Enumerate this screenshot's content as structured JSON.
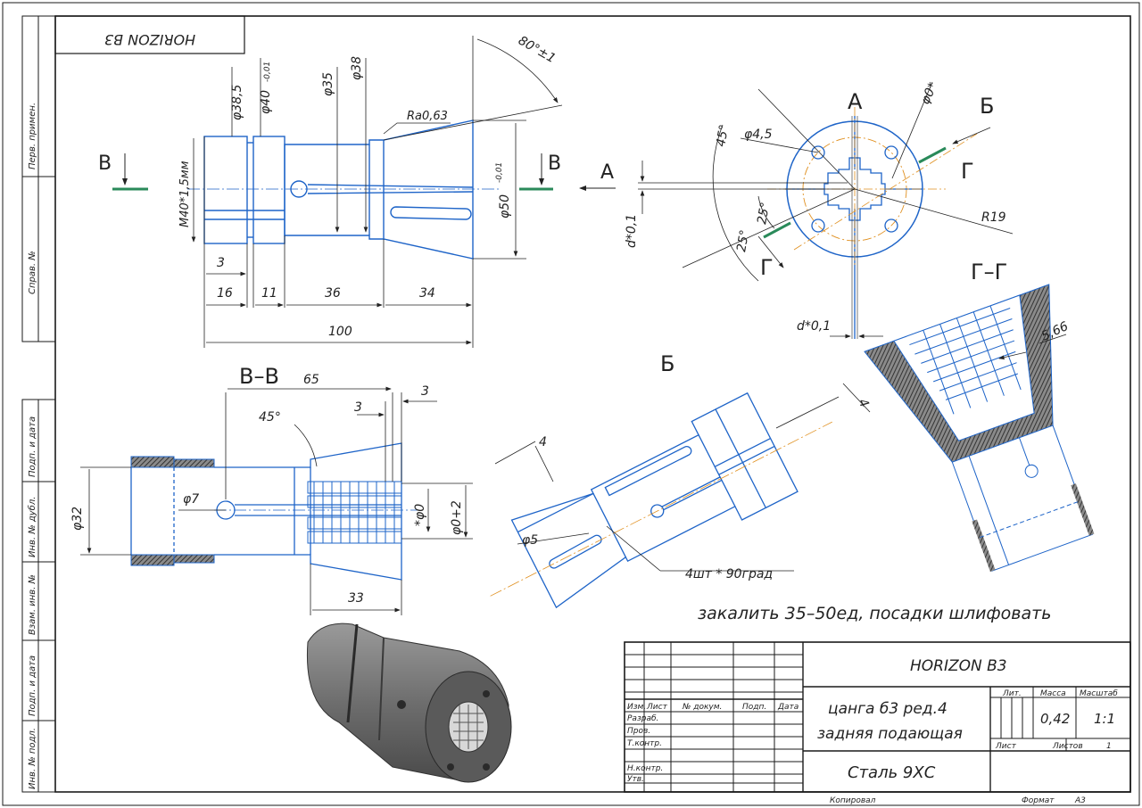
{
  "stamp_top": "HORIZON B3",
  "side_labels": [
    "Перв. примен.",
    "Справ. №",
    "Подп. и дата",
    "Инв. № дубл.",
    "Взам. инв. №",
    "Подп. и дата",
    "Инв. № подл."
  ],
  "front_view": {
    "section_marks": [
      "В",
      "В"
    ],
    "view_mark": "А",
    "dims": {
      "d385": "φ38,5",
      "d40": "φ40",
      "d40_tol": "-0,01",
      "d35": "φ35",
      "d38": "φ38",
      "angle": "80°±1",
      "roughness": "Ra0,63",
      "thread": "М40*1,5мм",
      "d50": "φ50",
      "d50_tol": "-0,01",
      "l3": "3",
      "l16": "16",
      "l11": "11",
      "l36": "36",
      "l34": "34",
      "l100": "100"
    }
  },
  "end_view": {
    "title": "А",
    "mark_b": "Б",
    "mark_g1": "Г",
    "mark_g2": "Г",
    "dims": {
      "a45": "45°",
      "d45": "φ4,5",
      "d0": "φ0*",
      "a25a": "25°",
      "a25b": "25°",
      "r19": "R19",
      "d01a": "d*0,1",
      "d01b": "d*0,1"
    }
  },
  "section_vv": {
    "title": "В–В",
    "dims": {
      "l65": "65",
      "l3a": "3",
      "l3b": "3",
      "a45": "45°",
      "d7": "φ7",
      "d32": "φ32",
      "d0": "*φ0",
      "d02": "φ0+2",
      "l33": "33"
    }
  },
  "view_b": {
    "title": "Б",
    "dims": {
      "l4a": "4",
      "l4b": "4",
      "d5": "φ5",
      "note": "4шт * 90град"
    }
  },
  "section_gg": {
    "title": "Г–Г",
    "dim": "5,66"
  },
  "note": "закалить 35–50ед, посадки шлифовать",
  "title_block": {
    "designation": "HORIZON B3",
    "name_line1": "цанга б3 ред.4",
    "name_line2": "задняя подающая",
    "material": "Сталь 9ХС",
    "col_headers": [
      "Изм.",
      "Лист",
      "№ докум.",
      "Подп.",
      "Дата"
    ],
    "rows": [
      "Разраб.",
      "Пров.",
      "Т.контр.",
      "",
      "Н.контр.",
      "Утв."
    ],
    "lit": "Лит.",
    "mass": "Масса",
    "scale": "Масштаб",
    "mass_value": "0,42",
    "scale_value": "1:1",
    "sheet": "Лист",
    "sheets": "Листов",
    "sheets_value": "1",
    "copied": "Копировал",
    "format": "Формат",
    "format_value": "А3"
  },
  "colors": {
    "frame": "#1a1a1a",
    "part": "#1e64c8",
    "center": "#e09020",
    "cut": "#2a8a5a"
  }
}
